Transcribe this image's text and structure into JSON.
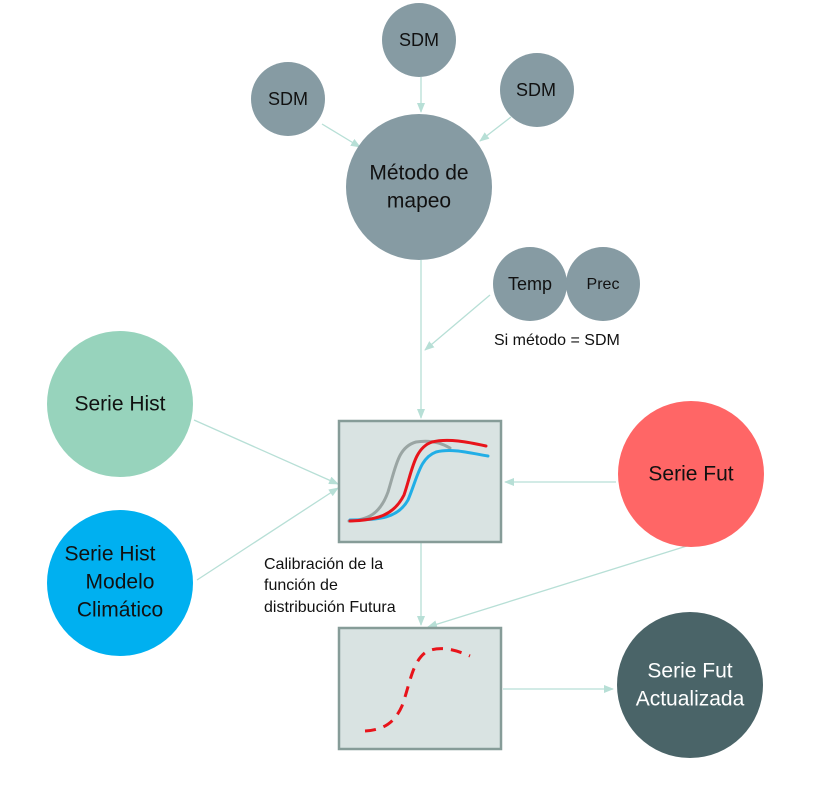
{
  "nodes": {
    "sdm_left": {
      "label": "SDM",
      "color": "#869ba3",
      "text_color": "#111111"
    },
    "sdm_top": {
      "label": "SDM",
      "color": "#869ba3",
      "text_color": "#111111"
    },
    "sdm_right": {
      "label": "SDM",
      "color": "#869ba3",
      "text_color": "#111111"
    },
    "metodo": {
      "lines": [
        "Método de",
        "mapeo"
      ],
      "color": "#869ba3",
      "text_color": "#111111"
    },
    "temp": {
      "label": "Temp",
      "color": "#869ba3",
      "text_color": "#111111"
    },
    "prec": {
      "label": "Prec",
      "color": "#869ba3",
      "text_color": "#111111"
    },
    "serie_hist": {
      "label": "Serie Hist",
      "color": "#97d3bc",
      "text_color": "#111111"
    },
    "serie_hist_modelo": {
      "lines": [
        "Serie Hist",
        "Modelo",
        "Climático"
      ],
      "color": "#00b0f0",
      "text_color": "#111111"
    },
    "serie_fut": {
      "label": "Serie Fut",
      "color": "#ff6666",
      "text_color": "#111111"
    },
    "serie_fut_actualizada": {
      "lines": [
        "Serie Fut",
        "Actualizada"
      ],
      "color": "#4a6468",
      "text_color": "#ffffff"
    }
  },
  "annotations": {
    "si_metodo": "Si método = SDM",
    "calibracion": [
      "Calibración de la",
      "función de",
      "distribución Futura"
    ]
  },
  "colors": {
    "arrow": "#b7dfd6",
    "box_fill": "#d9e3e2",
    "box_stroke": "#869c98",
    "curve_gray": "#9aa5a3",
    "curve_red": "#e8141b",
    "curve_blue": "#21aee6"
  }
}
